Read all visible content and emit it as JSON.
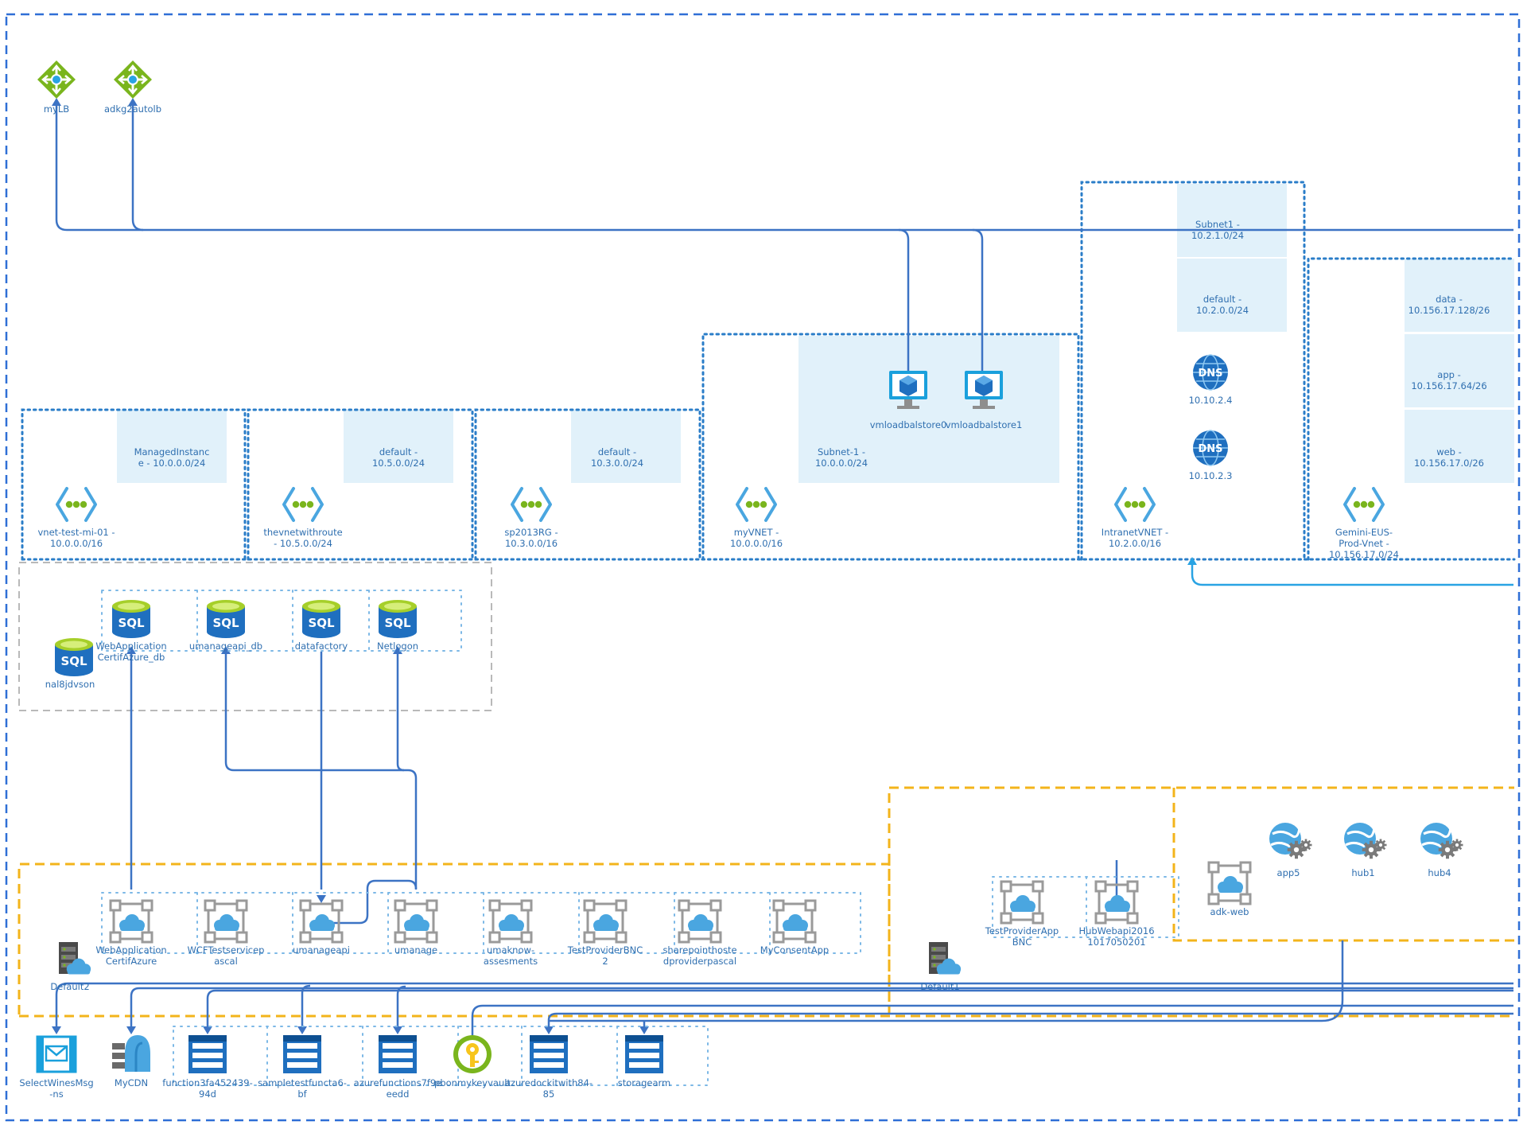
{
  "colors": {
    "line": "#3c73c4",
    "link_light": "#29a3e3",
    "frame": "#2f6fd6",
    "vnet_dot": "#2a7dc8",
    "subnet_fill": "#e1f1fa",
    "app_frame": "#f3b41b",
    "sql_frame": "#b9b9b9",
    "label": "#2f6fb0",
    "lb_green": "#7ab51d",
    "sql_blue": "#1f6fbf",
    "sql_top": "#a6cf2a",
    "appsvc_gray": "#9a9a9a",
    "cloud_blue": "#4aa6e0",
    "key_green": "#7ab51d",
    "key_yellow": "#f7c51c"
  },
  "load_balancers": [
    {
      "id": "lb1",
      "name": "myLB"
    },
    {
      "id": "lb2",
      "name": "adkg2autolb"
    }
  ],
  "vnets": [
    {
      "id": "vnet1",
      "name": "vnet-test-mi-01 -\n10.0.0.0/16",
      "subnets": [
        {
          "label": "ManagedInstanc\ne - 10.0.0.0/24"
        }
      ]
    },
    {
      "id": "vnet2",
      "name": "thevnetwithroute\n- 10.5.0.0/24",
      "subnets": [
        {
          "label": "default -\n10.5.0.0/24"
        }
      ]
    },
    {
      "id": "vnet3",
      "name": "sp2013RG -\n10.3.0.0/16",
      "subnets": [
        {
          "label": "default -\n10.3.0.0/24"
        }
      ]
    },
    {
      "id": "vnet4",
      "name": "myVNET -\n10.0.0.0/16",
      "subnets": [
        {
          "label": "Subnet-1 -\n10.0.0.0/24"
        }
      ]
    },
    {
      "id": "vnet5",
      "name": "IntranetVNET -\n10.2.0.0/16",
      "subnets": [
        {
          "label": "Subnet1 -\n10.2.1.0/24"
        },
        {
          "label": "default -\n10.2.0.0/24"
        }
      ]
    },
    {
      "id": "vnet6",
      "name": "Gemini-EUS-\nProd-Vnet -\n10.156.17.0/24",
      "subnets": [
        {
          "label": "data -\n10.156.17.128/26"
        },
        {
          "label": "app -\n10.156.17.64/26"
        },
        {
          "label": "web -\n10.156.17.0/26"
        }
      ]
    }
  ],
  "vms": [
    {
      "id": "vm0",
      "name": "vmloadbalstore0"
    },
    {
      "id": "vm1",
      "name": "vmloadbalstore1"
    }
  ],
  "dns": [
    {
      "id": "dns1",
      "glyph": "DNS",
      "name": "10.10.2.4"
    },
    {
      "id": "dns2",
      "glyph": "DNS",
      "name": "10.10.2.3"
    }
  ],
  "sql_glyph": "SQL",
  "sql_server": {
    "name": "nal8jdvson"
  },
  "sql_dbs": [
    {
      "id": "db1",
      "name": "WebApplication\nCertifAzure_db"
    },
    {
      "id": "db2",
      "name": "umanageapi_db"
    },
    {
      "id": "db3",
      "name": "datafactory"
    },
    {
      "id": "db4",
      "name": "Netlogon"
    }
  ],
  "plans": [
    {
      "id": "plan2",
      "name": "Default2"
    },
    {
      "id": "plan1",
      "name": "Default1"
    }
  ],
  "apps_left": [
    {
      "id": "a1",
      "name": "WebApplication\nCertifAzure"
    },
    {
      "id": "a2",
      "name": "WCFTestservicep\nascal"
    },
    {
      "id": "a3",
      "name": "umanageapi"
    },
    {
      "id": "a4",
      "name": "umanage"
    },
    {
      "id": "a5",
      "name": "umaknow-\nassesments"
    },
    {
      "id": "a6",
      "name": "TestProviderBNC\n2"
    },
    {
      "id": "a7",
      "name": "sharepointhoste\ndproviderpascal"
    },
    {
      "id": "a8",
      "name": "MyConsentApp"
    }
  ],
  "apps_right": [
    {
      "id": "r1",
      "name": "TestProviderApp\nBNC"
    },
    {
      "id": "r2",
      "name": "HubWebapi2016\n1017050201"
    }
  ],
  "app_env": [
    {
      "id": "e1",
      "kind": "appsvc",
      "name": "adk-web"
    },
    {
      "id": "e2",
      "kind": "env",
      "name": "app5"
    },
    {
      "id": "e3",
      "kind": "env",
      "name": "hub1"
    },
    {
      "id": "e4",
      "kind": "env",
      "name": "hub4"
    }
  ],
  "bottom": [
    {
      "id": "b1",
      "kind": "bus",
      "name": "SelectWinesMsg\n-ns"
    },
    {
      "id": "b2",
      "kind": "cdn",
      "name": "MyCDN"
    },
    {
      "id": "b3",
      "kind": "storage",
      "name": "function3fa452439-\n94d"
    },
    {
      "id": "b4",
      "kind": "storage",
      "name": "sampletestfuncta6-\nbf"
    },
    {
      "id": "b5",
      "kind": "storage",
      "name": "azurefunctions7f9e\needd"
    },
    {
      "id": "b6",
      "kind": "keyvault",
      "name": "pbonmykeyvault"
    },
    {
      "id": "b7",
      "kind": "storage",
      "name": "azuredockitwith84-\n85"
    },
    {
      "id": "b8",
      "kind": "storage",
      "name": "storagearm"
    }
  ]
}
